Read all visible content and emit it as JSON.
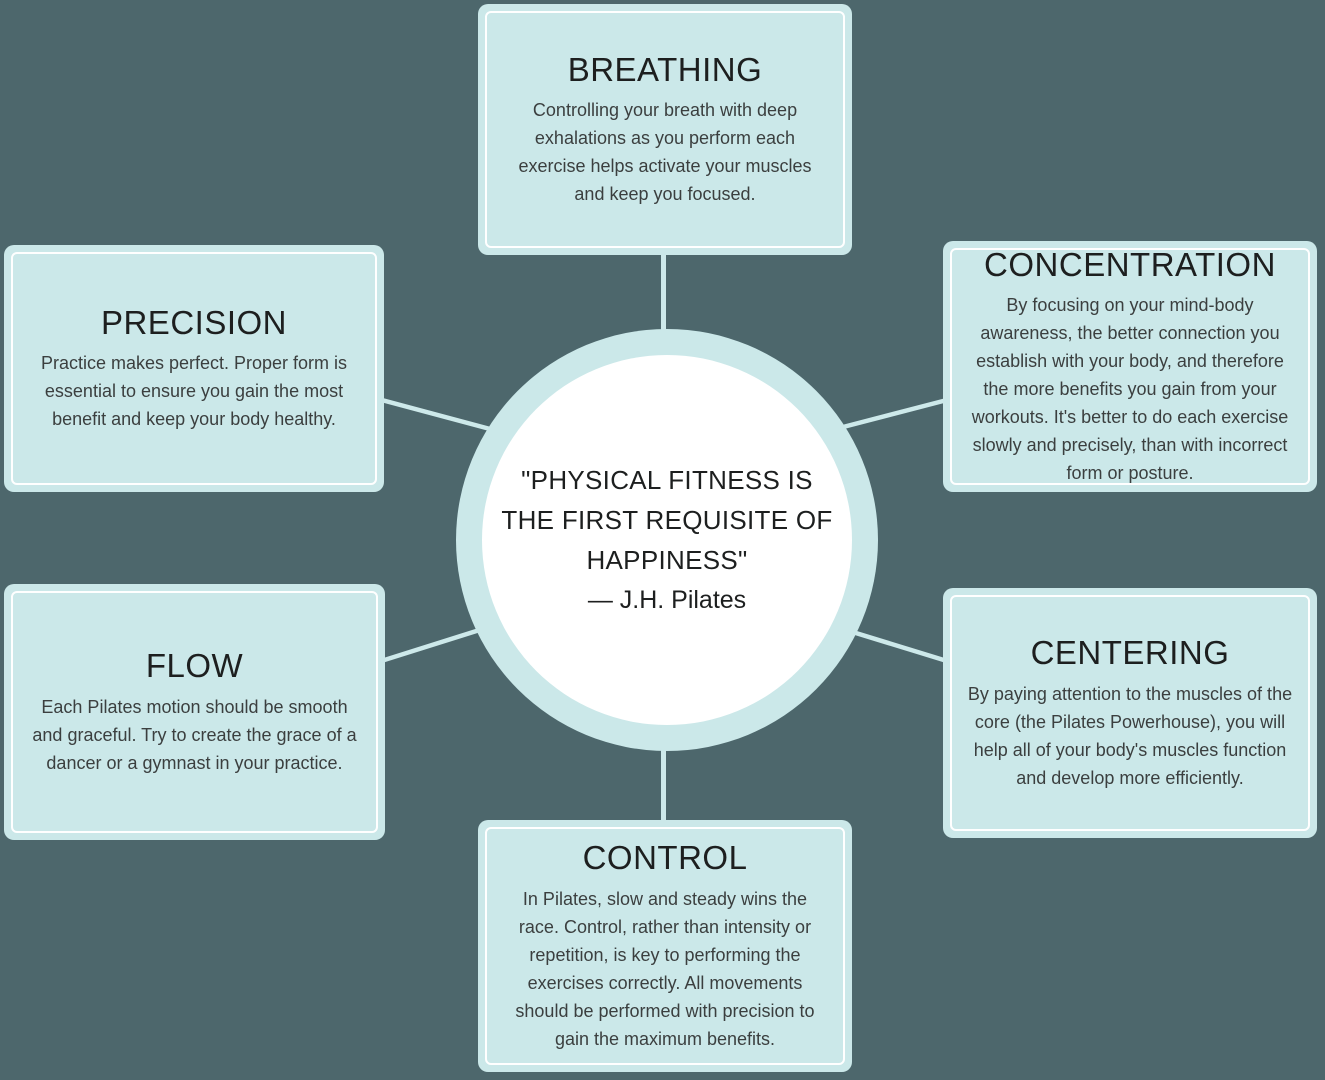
{
  "diagram_type": "mind-map",
  "colors": {
    "background": "#4d676c",
    "panel_fill": "#cbe8e9",
    "panel_border": "#ffffff",
    "connector": "#cde9ea",
    "center_fill": "#ffffff",
    "title_text": "#1d1f1f",
    "body_text": "#3b3f3f"
  },
  "center": {
    "quote": "\"PHYSICAL FITNESS IS THE FIRST REQUISITE OF HAPPINESS\"",
    "attribution": "— J.H. Pilates"
  },
  "principles": {
    "breathing": {
      "title": "BREATHING",
      "description": "Controlling your breath with deep exhalations as you perform each exercise helps activate your muscles and keep you focused."
    },
    "concentration": {
      "title": "CONCENTRATION",
      "description": "By focusing on your mind-body awareness, the better connection you establish with your body, and therefore the more benefits you gain from your workouts. It's better to do each exercise slowly and precisely, than with incorrect form or posture."
    },
    "precision": {
      "title": "PRECISION",
      "description": "Practice makes perfect. Proper form is essential to ensure you gain the most benefit and keep your body healthy."
    },
    "flow": {
      "title": "FLOW",
      "description": "Each Pilates motion should be smooth and graceful. Try to create the grace of a dancer or a gymnast in your practice."
    },
    "centering": {
      "title": "CENTERING",
      "description": "By paying attention to the muscles of the core (the Pilates Powerhouse), you will help all of your body's muscles function and develop more efficiently."
    },
    "control": {
      "title": "CONTROL",
      "description": "In Pilates, slow and steady wins the race. Control, rather than intensity or repetition, is key to performing the exercises correctly. All movements should be performed with precision to gain the maximum benefits."
    }
  }
}
